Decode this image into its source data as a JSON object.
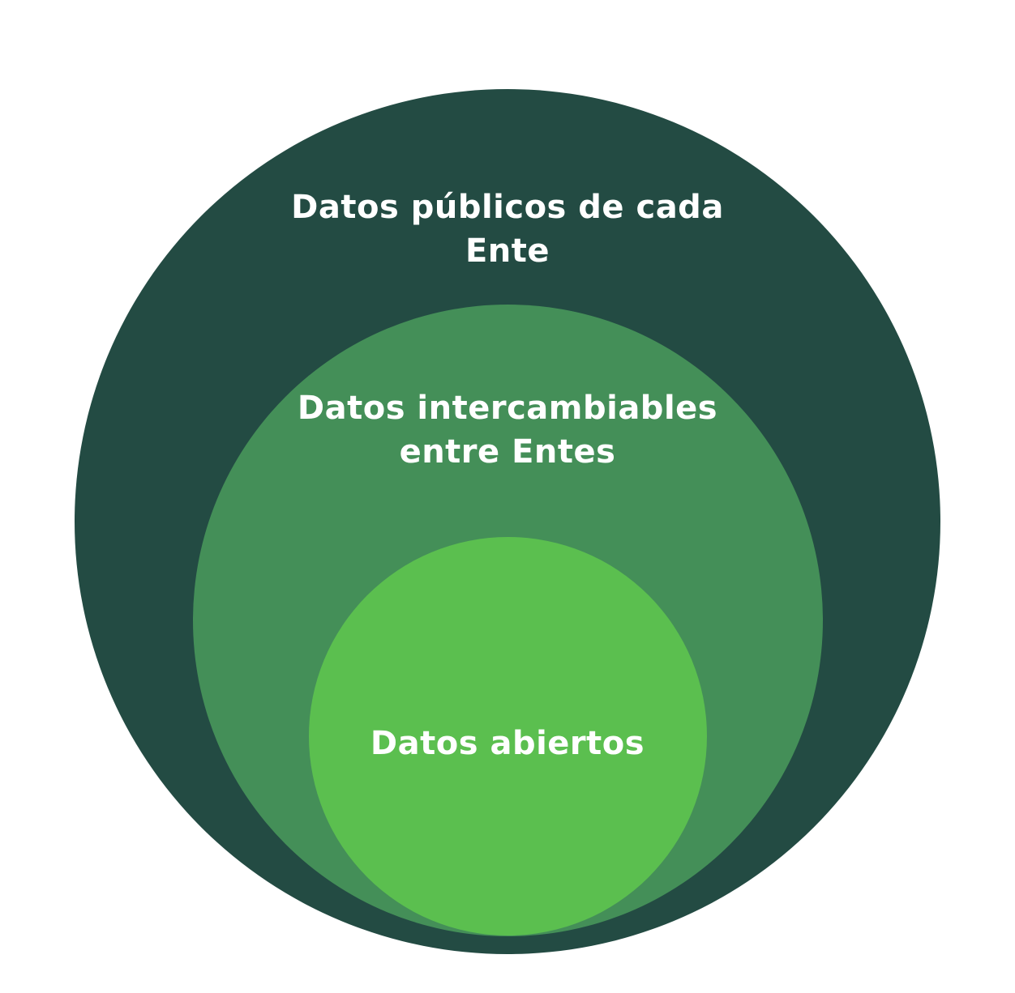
{
  "colors": {
    "outer": "#234b43",
    "middle": "#448f58",
    "inner": "#5bbf4f",
    "text": "#ffffff"
  },
  "outer": {
    "lines": [
      "Datos públicos de cada",
      "Ente"
    ]
  },
  "middle": {
    "lines": [
      "Datos intercambiables",
      "entre Entes"
    ]
  },
  "inner": {
    "lines": [
      "Datos abiertos"
    ]
  }
}
